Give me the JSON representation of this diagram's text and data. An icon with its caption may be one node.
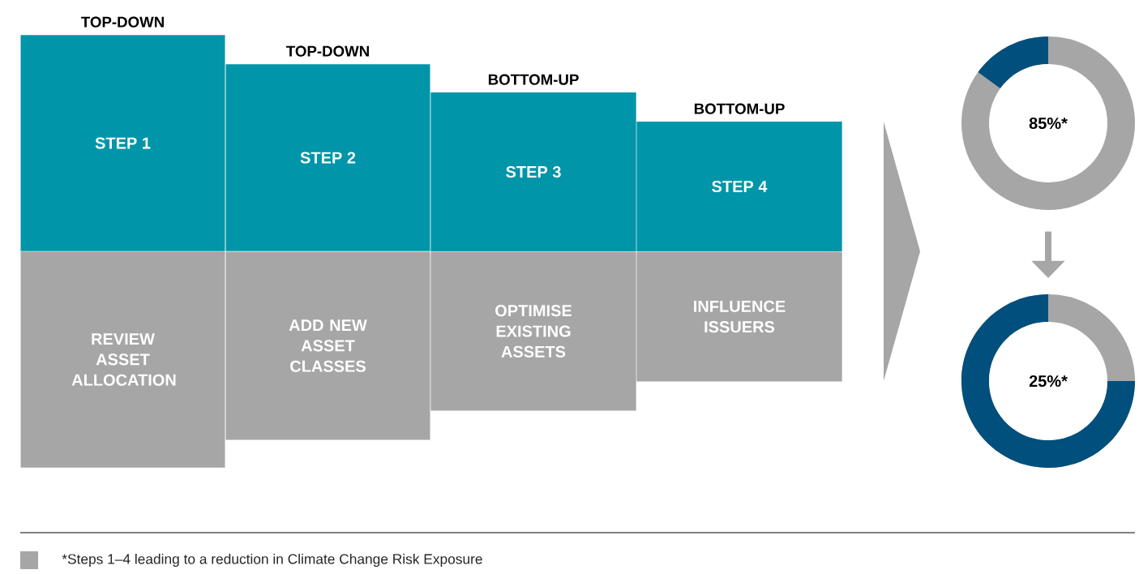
{
  "diagram": {
    "nodes": [
      {
        "text": [
          "TOP-DOWN",
          "STEP 1"
        ]
      },
      {
        "text": [
          "REVIEW ASSET ALLOCATION"
        ]
      },
      {
        "text": [
          "TOP-DOWN",
          "STEP 2"
        ]
      },
      {
        "text": [
          "ADD NEW ASSET CLASSES"
        ]
      },
      {
        "text": [
          "BOTTOM-UP",
          "STEP 3"
        ]
      },
      {
        "text": [
          "OPTIMISE EXISTING ASSETS"
        ]
      },
      {
        "text": [
          "BOTTOM-UP",
          "STEP 4"
        ]
      },
      {
        "text": [
          "INFLUENCE ISSUERS"
        ]
      },
      {
        "text": [
          "85%*"
        ]
      },
      {
        "text": [
          "25%*"
        ]
      }
    ],
    "edges": [
      {
        "from": 8,
        "to": 9,
        "arrow": "to"
      }
    ],
    "legend": [
      {
        "text": "*Steps 1–4 leading to a reduction in Climate Change Risk Exposure",
        "color": "#a6a6a6"
      }
    ]
  }
}
